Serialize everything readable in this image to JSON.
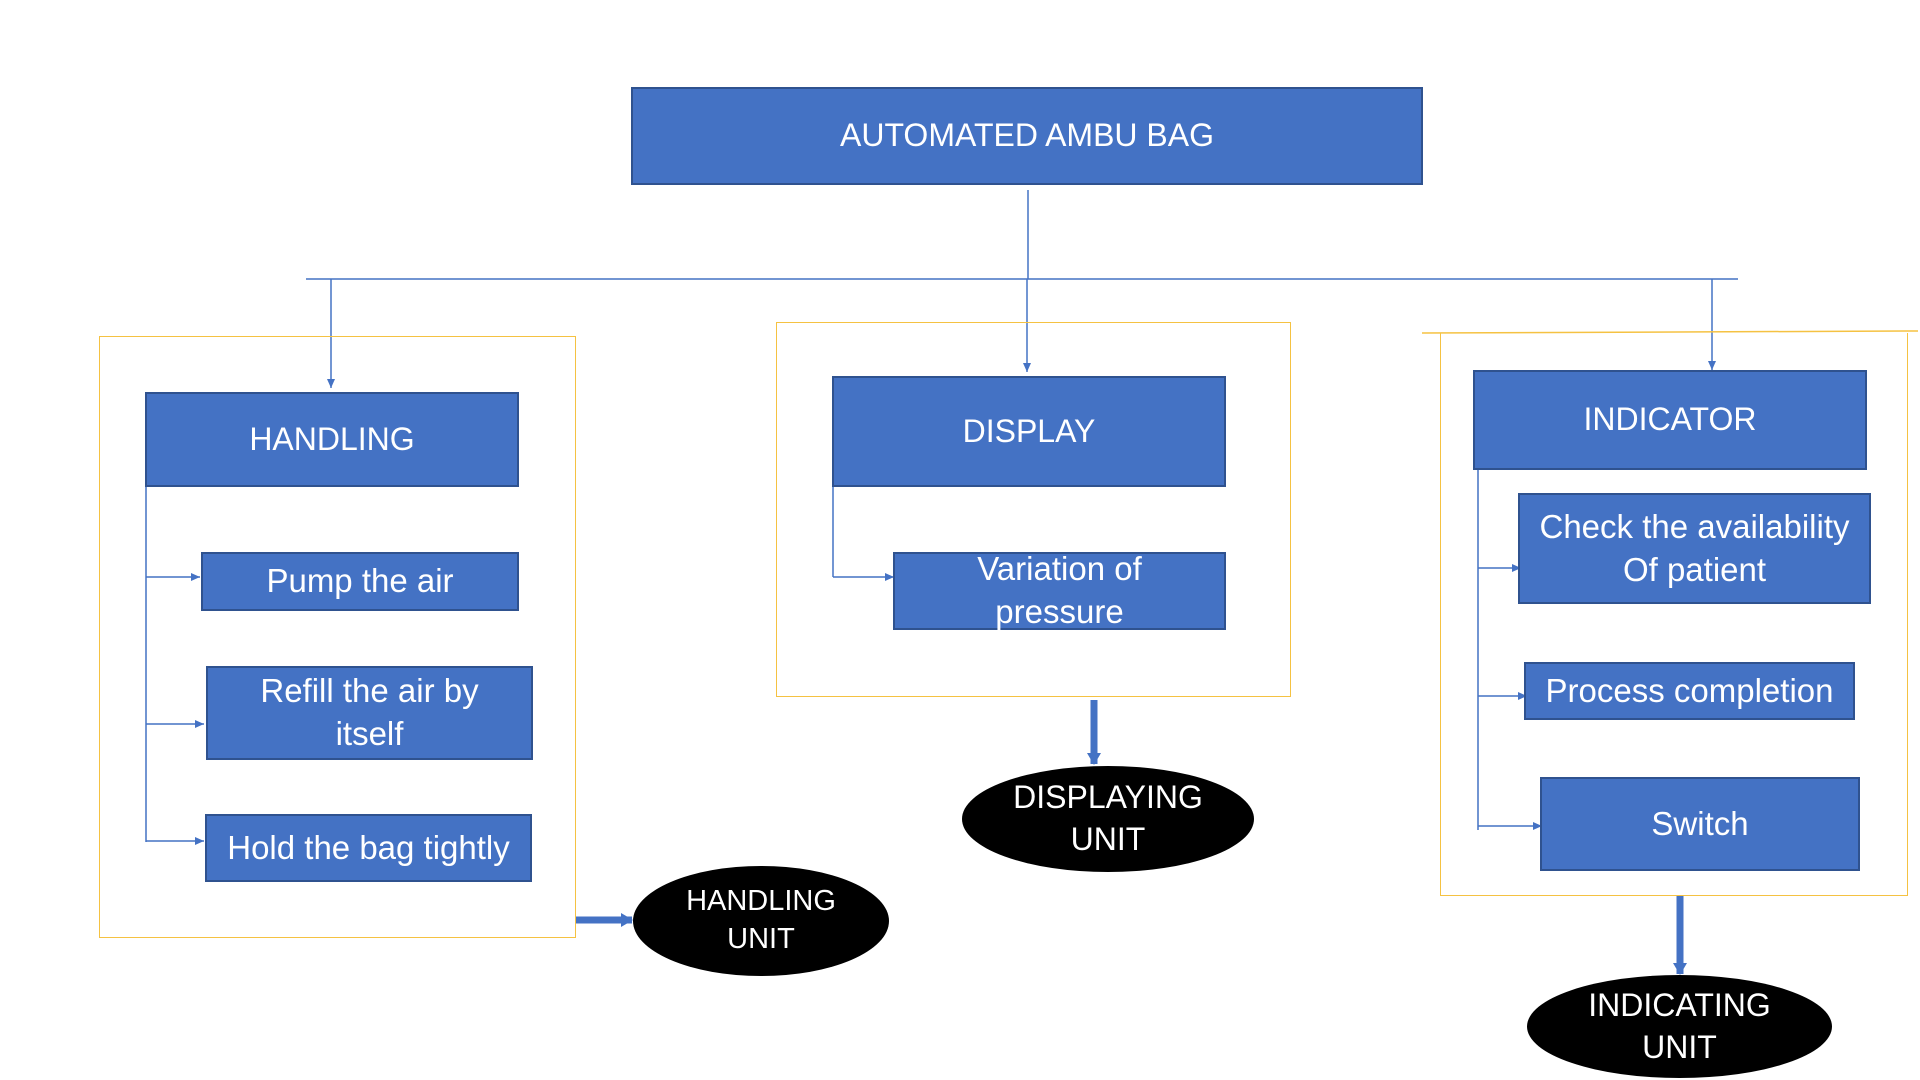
{
  "colors": {
    "box_fill": "#4472c4",
    "box_border": "#2f528f",
    "connector": "#4472c4",
    "frame": "#f5c242",
    "oval": "#000000"
  },
  "root": {
    "label": "AUTOMATED AMBU BAG"
  },
  "handling": {
    "title": "HANDLING",
    "items": [
      "Pump the air",
      "Refill the air by\nitself",
      "Hold the bag tightly"
    ],
    "unit": "HANDLING\nUNIT"
  },
  "display": {
    "title": "DISPLAY",
    "items": [
      "Variation of\npressure"
    ],
    "unit": "DISPLAYING\nUNIT"
  },
  "indicator": {
    "title": "INDICATOR",
    "items": [
      "Check the availability\nOf patient",
      "Process completion",
      "Switch"
    ],
    "unit": "INDICATING\nUNIT"
  }
}
